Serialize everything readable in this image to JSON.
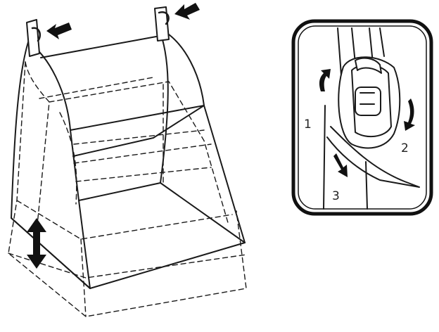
{
  "figure": {
    "main_illustration": "collapsible-hanging-enclosure",
    "colors": {
      "line": "#1a1a1a",
      "background": "#ffffff",
      "frame": "#111111"
    }
  },
  "detail_callout": {
    "step_labels": [
      "1",
      "2",
      "3"
    ]
  },
  "icons": {
    "top_left_pointer": "arrow-pointer-icon",
    "top_right_pointer": "arrow-pointer-icon",
    "height_adjust": "double-arrow-icon"
  }
}
